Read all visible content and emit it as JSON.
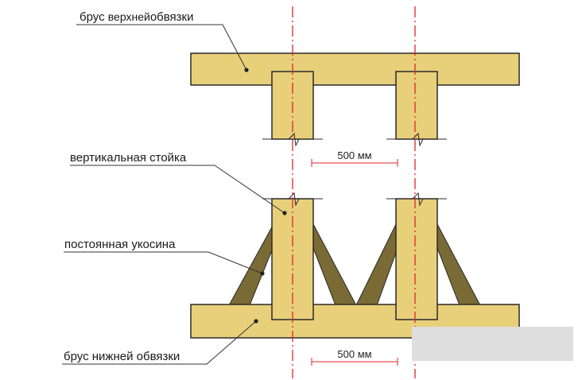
{
  "labels": {
    "top_beam": "брус верхней обвязки",
    "top_beam_part1": "брус ",
    "top_beam_part2": "верхней",
    "top_beam_part3": "обвязки",
    "vertical_post": "вертикальная стойка",
    "brace": "постоянная укосина",
    "bottom_beam": "брус нижней обвязки"
  },
  "dimensions": {
    "top_spacing": "500 мм",
    "bottom_spacing": "500 мм"
  },
  "colors": {
    "wood": "#E8CF7A",
    "wood_stroke": "#2a2a2a",
    "brace": "#7A6A35",
    "axis": "#E0242A",
    "leader": "#333333",
    "redacted_box": "#DEDEDE"
  }
}
